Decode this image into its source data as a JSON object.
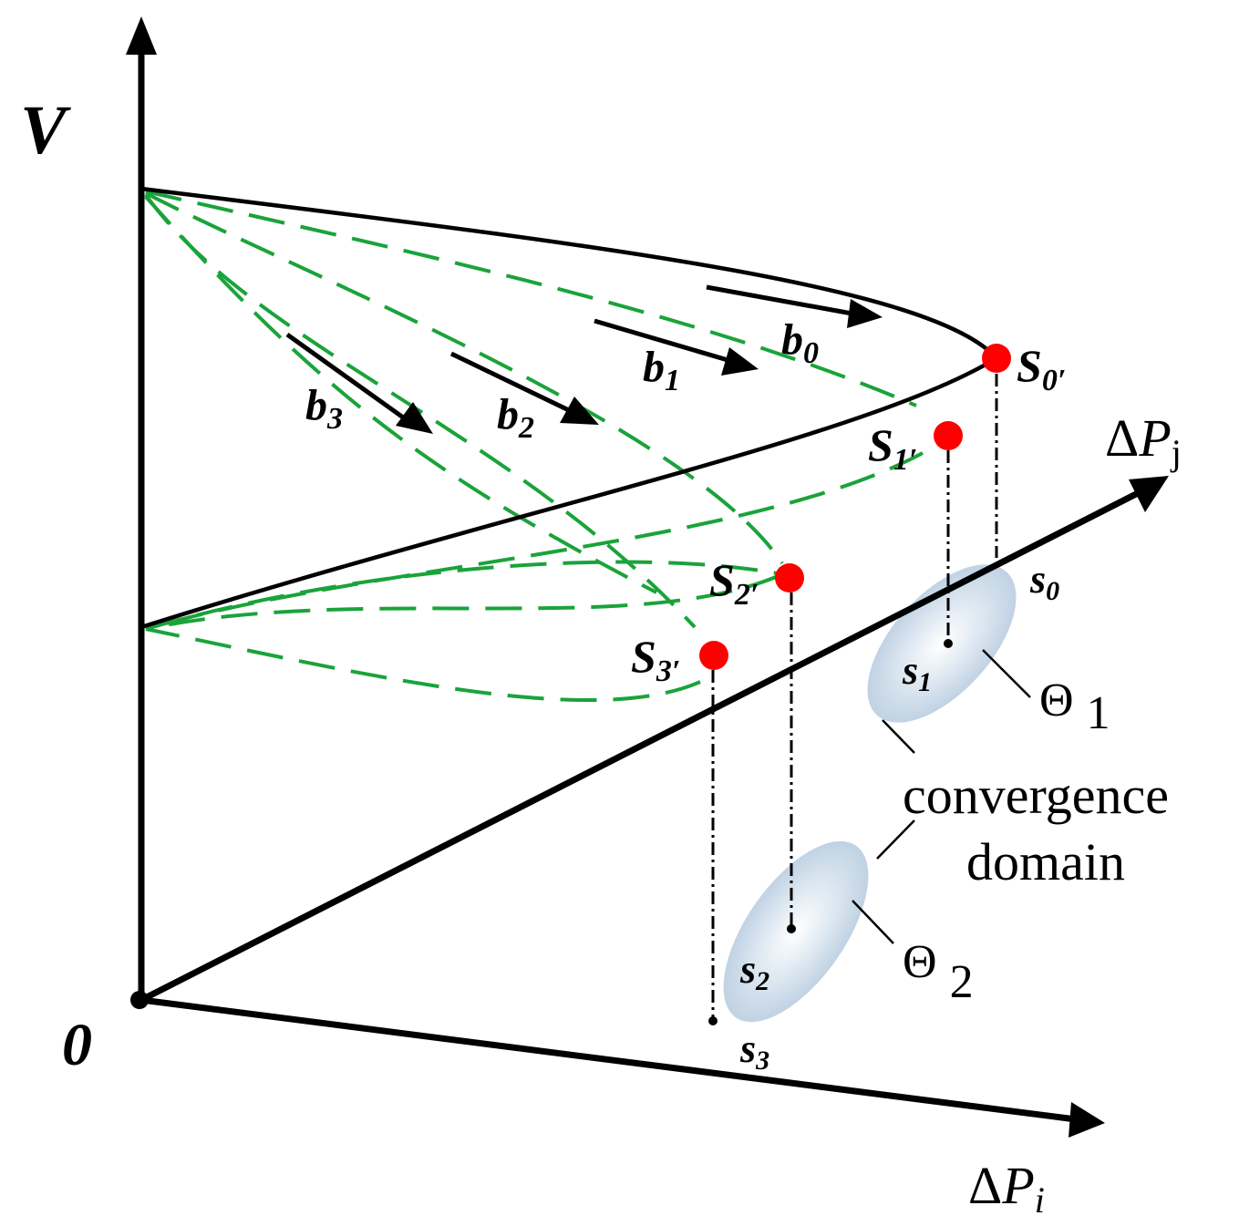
{
  "axes": {
    "v_label": "V",
    "origin_label": "0",
    "pi_delta": "Δ",
    "pi_var": "P",
    "pi_sub": "i",
    "pj_delta": "Δ",
    "pj_var": "P",
    "pj_sub": "j"
  },
  "directions": {
    "b0": {
      "base": "b",
      "sub": "0"
    },
    "b1": {
      "base": "b",
      "sub": "1"
    },
    "b2": {
      "base": "b",
      "sub": "2"
    },
    "b3": {
      "base": "b",
      "sub": "3"
    }
  },
  "critical_points": {
    "s0p": {
      "base": "S",
      "sub": "0′"
    },
    "s1p": {
      "base": "S",
      "sub": "1′"
    },
    "s2p": {
      "base": "S",
      "sub": "2′"
    },
    "s3p": {
      "base": "S",
      "sub": "3′"
    }
  },
  "projections": {
    "s0": {
      "base": "s",
      "sub": "0"
    },
    "s1": {
      "base": "s",
      "sub": "1"
    },
    "s2": {
      "base": "s",
      "sub": "2"
    },
    "s3": {
      "base": "s",
      "sub": "3"
    }
  },
  "domains": {
    "theta1": {
      "symbol": "Θ",
      "sub": "1"
    },
    "theta2": {
      "symbol": "Θ",
      "sub": "2"
    },
    "label_line1": "convergence",
    "label_line2": "domain"
  },
  "colors": {
    "axis": "#000000",
    "pv_curve": "#000000",
    "dashed_curve": "#1aa33a",
    "critical_point": "#ff0000",
    "domain_fill": "#bccfe1"
  }
}
